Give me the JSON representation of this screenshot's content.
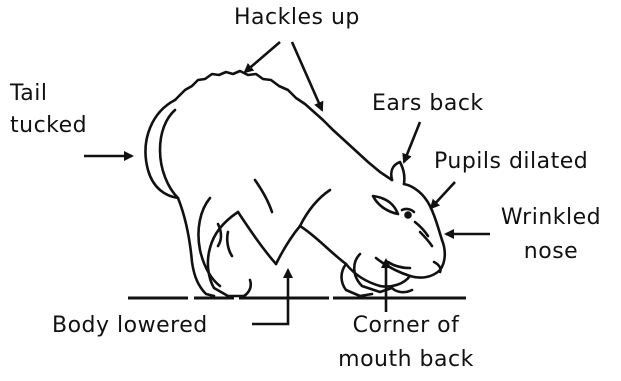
{
  "labels": {
    "hackles": "Hackles up",
    "tail_line1": "Tail",
    "tail_line2": "tucked",
    "ears": "Ears back",
    "pupils": "Pupils dilated",
    "nose_line1": "Wrinkled",
    "nose_line2": "nose",
    "body": "Body lowered",
    "mouth_line1": "Corner of",
    "mouth_line2": "mouth back"
  },
  "colors": {
    "ink": "#111111",
    "background": "#ffffff"
  }
}
